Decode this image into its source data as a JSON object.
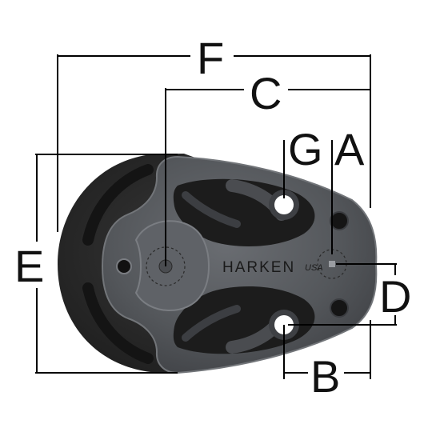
{
  "diagram": {
    "brand": "HARKEN",
    "origin": "USA",
    "dimensions": {
      "A": "A",
      "B": "B",
      "C": "C",
      "D": "D",
      "E": "E",
      "F": "F",
      "G": "G"
    }
  },
  "colors": {
    "cheek_dark": "#2a2a2a",
    "sheave_dark": "#1b1b1b",
    "plate_grey": "#55585c",
    "plate_edge": "#6e7176",
    "line": "#000000"
  }
}
